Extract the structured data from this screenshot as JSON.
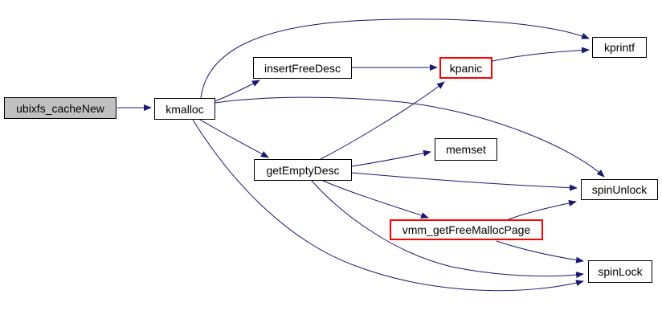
{
  "diagram": {
    "type": "call-graph",
    "background": "#ffffff",
    "colors": {
      "edge": "#191970",
      "node_fill": "#ffffff",
      "node_border": "#000000",
      "highlight_fill": "#c0c0c0",
      "red_border": "#ff0000",
      "text": "#000000"
    },
    "nodes": [
      {
        "id": "ubixfs_cacheNew",
        "label": "ubixfs_cacheNew",
        "style": "highlighted"
      },
      {
        "id": "kmalloc",
        "label": "kmalloc",
        "style": "normal"
      },
      {
        "id": "insertFreeDesc",
        "label": "insertFreeDesc",
        "style": "normal"
      },
      {
        "id": "kpanic",
        "label": "kpanic",
        "style": "red"
      },
      {
        "id": "kprintf",
        "label": "kprintf",
        "style": "normal"
      },
      {
        "id": "getEmptyDesc",
        "label": "getEmptyDesc",
        "style": "normal"
      },
      {
        "id": "memset",
        "label": "memset",
        "style": "normal"
      },
      {
        "id": "spinUnlock",
        "label": "spinUnlock",
        "style": "normal"
      },
      {
        "id": "vmm_getFreeMallocPage",
        "label": "vmm_getFreeMallocPage",
        "style": "red"
      },
      {
        "id": "spinLock",
        "label": "spinLock",
        "style": "normal"
      }
    ],
    "edges": [
      {
        "from": "ubixfs_cacheNew",
        "to": "kmalloc"
      },
      {
        "from": "kmalloc",
        "to": "kprintf"
      },
      {
        "from": "kmalloc",
        "to": "insertFreeDesc"
      },
      {
        "from": "kmalloc",
        "to": "getEmptyDesc"
      },
      {
        "from": "kmalloc",
        "to": "spinUnlock"
      },
      {
        "from": "kmalloc",
        "to": "spinLock"
      },
      {
        "from": "insertFreeDesc",
        "to": "kpanic"
      },
      {
        "from": "kpanic",
        "to": "kprintf"
      },
      {
        "from": "getEmptyDesc",
        "to": "kpanic"
      },
      {
        "from": "getEmptyDesc",
        "to": "memset"
      },
      {
        "from": "getEmptyDesc",
        "to": "spinUnlock"
      },
      {
        "from": "getEmptyDesc",
        "to": "vmm_getFreeMallocPage"
      },
      {
        "from": "getEmptyDesc",
        "to": "spinLock"
      },
      {
        "from": "vmm_getFreeMallocPage",
        "to": "spinUnlock"
      },
      {
        "from": "vmm_getFreeMallocPage",
        "to": "spinLock"
      }
    ]
  }
}
